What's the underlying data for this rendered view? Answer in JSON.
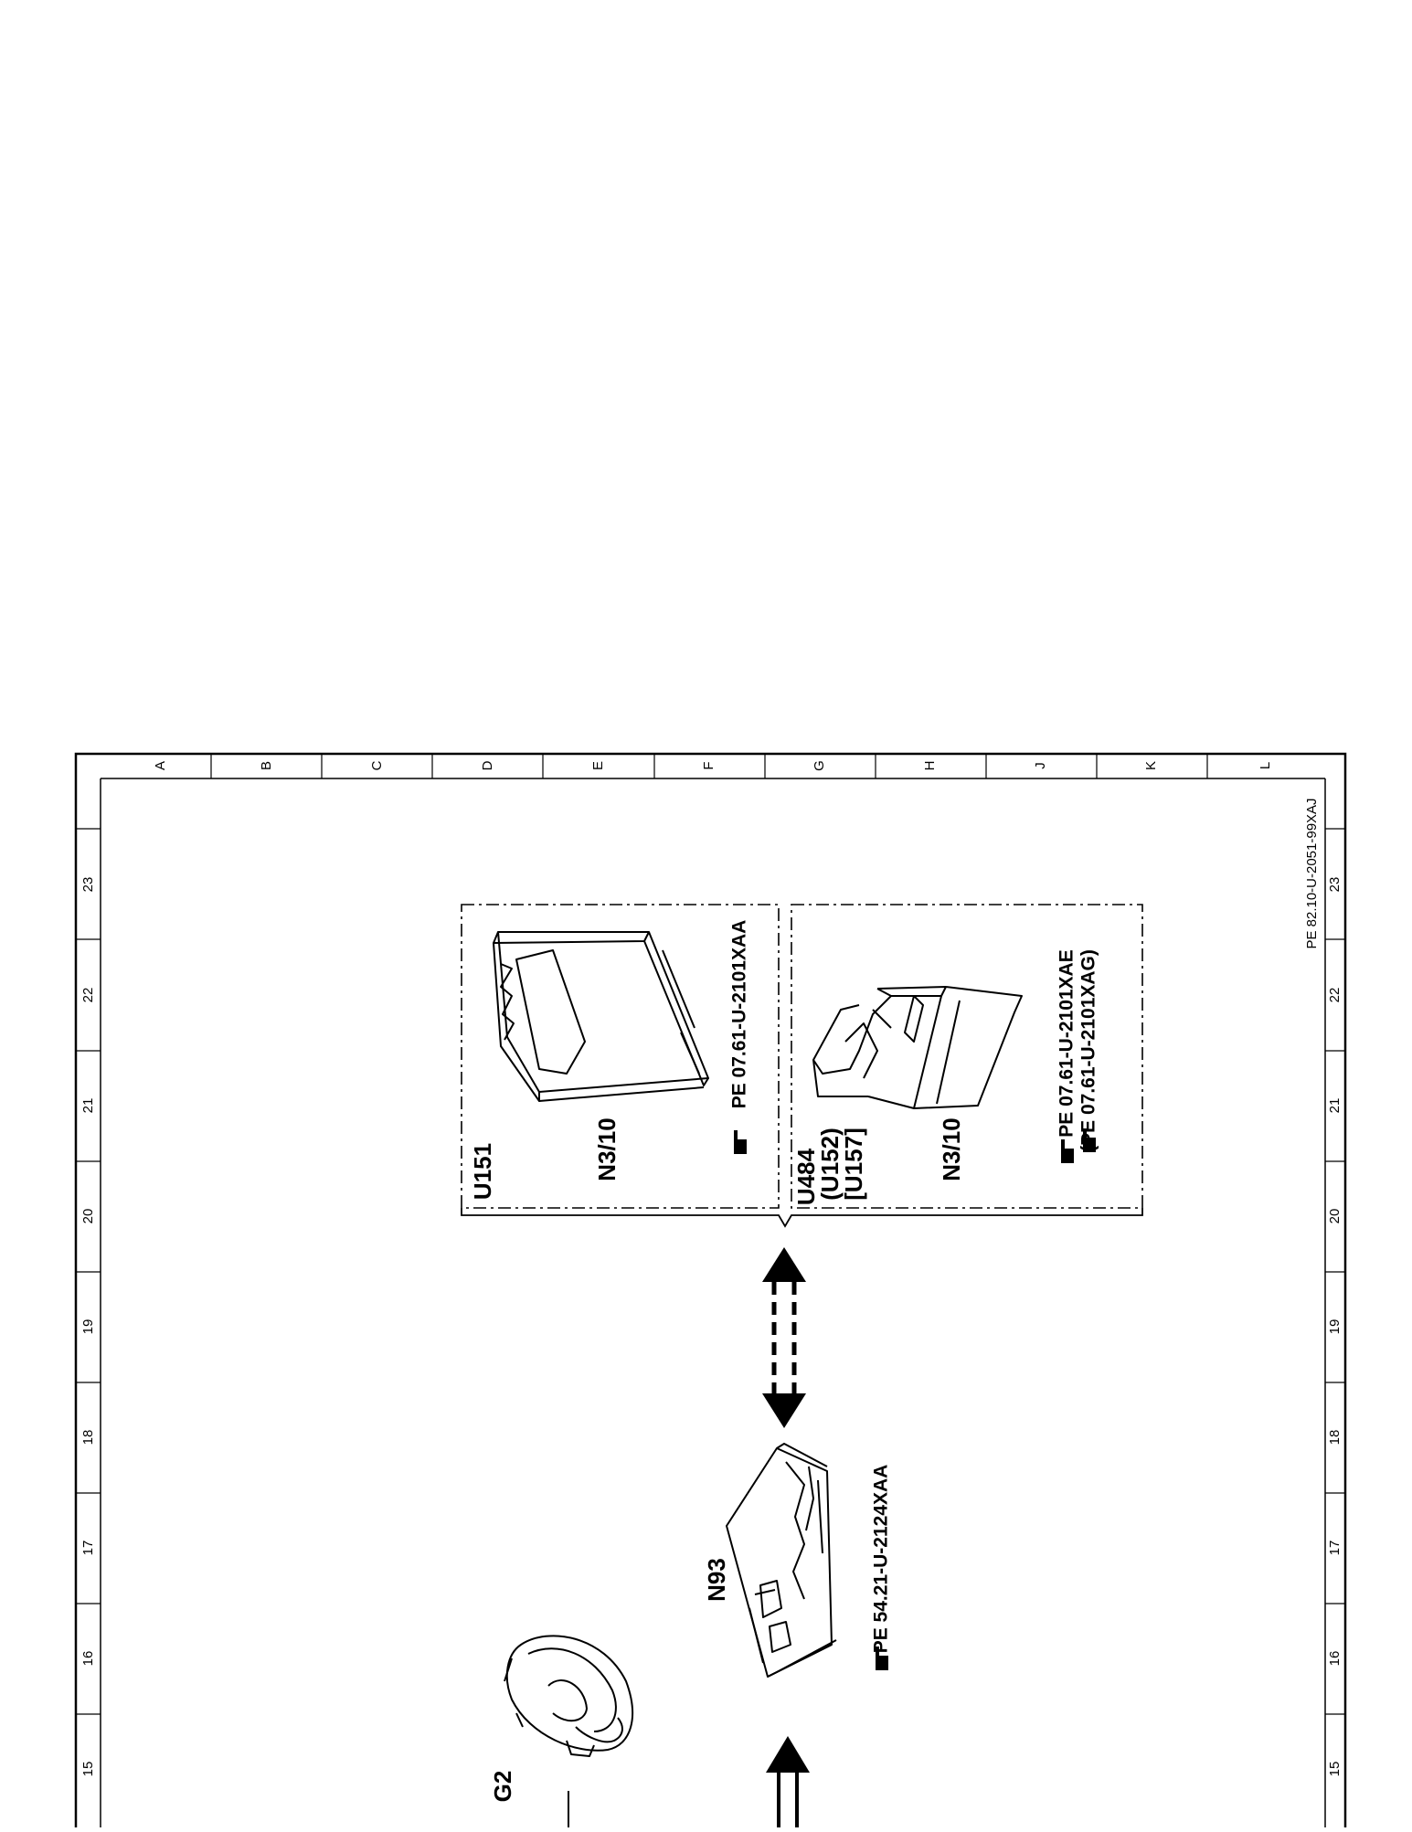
{
  "document_id": "PE 82.10-U-2051-99XAJ",
  "grid": {
    "columns": [
      "A",
      "B",
      "C",
      "D",
      "E",
      "F",
      "G",
      "H",
      "J",
      "K",
      "L"
    ],
    "rows": [
      "23",
      "22",
      "21",
      "20",
      "19",
      "18",
      "17",
      "16",
      "15"
    ]
  },
  "groups": {
    "left": {
      "codes": [
        "U151"
      ],
      "component": "N3/10",
      "refs": [
        "PE  07.61-U-2101XAA"
      ]
    },
    "right": {
      "codes": [
        "U484",
        "(U152)",
        "[U157]"
      ],
      "component": "N3/10",
      "refs": [
        "PE  07.61-U-2101XAE",
        "(PE  07.61-U-2101XAG)"
      ]
    }
  },
  "components": {
    "n93": {
      "label": "N93",
      "ref": "PE  54.21-U-2124XAA"
    },
    "g2": {
      "label": "G2"
    }
  },
  "icons": [
    "pointing-hand-icon",
    "control-unit-n3-10-icon",
    "n93-module-icon",
    "alternator-g2-icon",
    "bidirectional-arrow-icon"
  ]
}
